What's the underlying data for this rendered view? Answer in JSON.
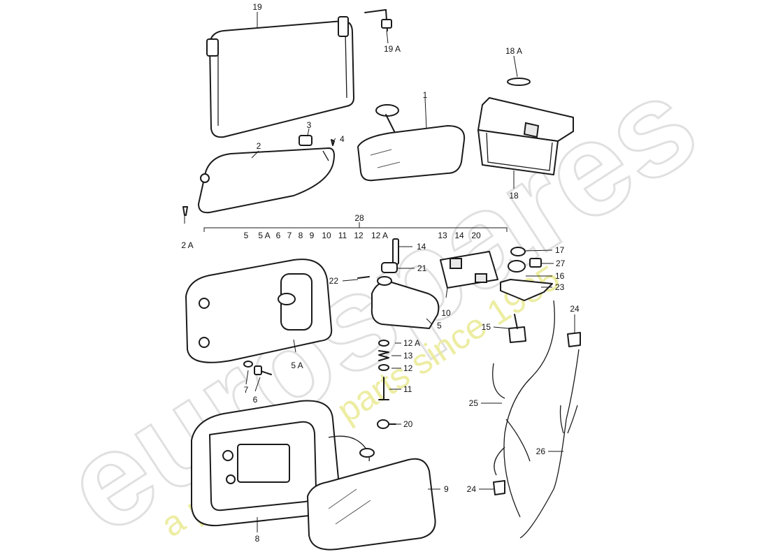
{
  "watermark": {
    "brand": "eurospares",
    "tagline": "a passion for parts since 1985"
  },
  "callouts": {
    "c1": "1",
    "c2": "2",
    "c2a": "2 A",
    "c3": "3",
    "c4": "4",
    "c5": "5",
    "c5a": "5 A",
    "c6": "6",
    "c7": "7",
    "c8": "8",
    "c9": "9",
    "c10": "10",
    "c11": "11",
    "c12": "12",
    "c12a": "12 A",
    "c13": "13",
    "c14": "14",
    "c15": "15",
    "c16": "16",
    "c17": "17",
    "c18": "18",
    "c18a": "18 A",
    "c19": "19",
    "c19a": "19 A",
    "c20": "20",
    "c21": "21",
    "c22": "22",
    "c23": "23",
    "c24a": "24",
    "c24b": "24",
    "c25": "25",
    "c26": "26",
    "c27": "27",
    "c28": "28"
  },
  "kit_28_items": [
    "5",
    "5 A",
    "6",
    "7",
    "8",
    "9",
    "10",
    "11",
    "12",
    "12 A",
    "13",
    "14",
    "20"
  ]
}
